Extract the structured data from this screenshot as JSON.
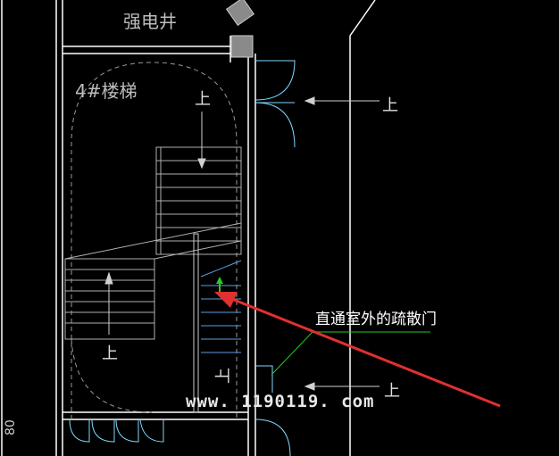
{
  "labels": {
    "room_top": "强电井",
    "stair_name": "4#楼梯",
    "up_stair_top": "上",
    "up_right_top": "上",
    "up_stair_left": "上",
    "up_stair_small": "上",
    "up_right_bottom": "上",
    "annotation": "直通室外的疏散门",
    "watermark": "www. 1190119. com",
    "edge_left": "80"
  },
  "colors": {
    "background": "#000000",
    "wall": "#ffffff",
    "door": "#7fd8ff",
    "stair": "#b0b0b0",
    "dash": "#9a9a9a",
    "arrow": "#e03030",
    "green": "#22cc22"
  }
}
